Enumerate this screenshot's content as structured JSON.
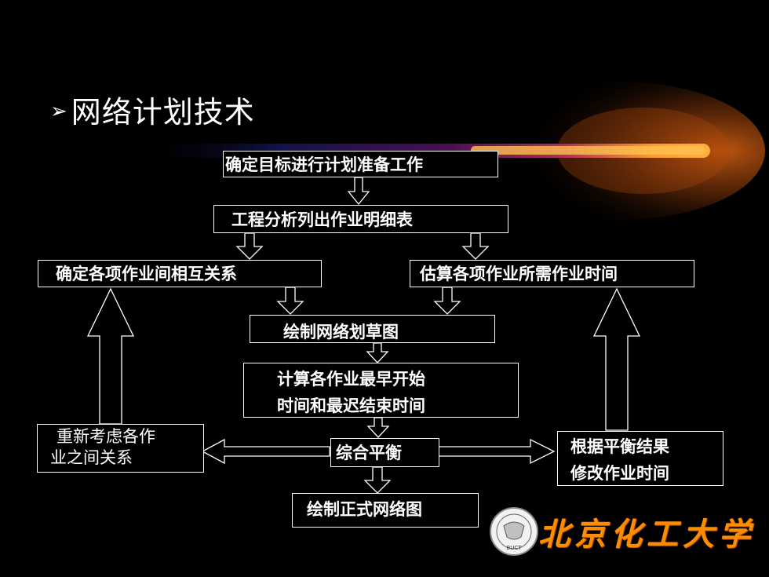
{
  "title": "网络计划技术",
  "bullet": "➢",
  "boxes": {
    "b1": "确定目标进行计划准备工作",
    "b2": "工程分析列出作业明细表",
    "b3": "确定各项作业间相互关系",
    "b4": "估算各项作业所需作业时间",
    "b5": "绘制网络划草图",
    "b6_line1": "计算各作业最早开始",
    "b6_line2": "时间和最迟结束时间",
    "b7_line1": "重新考虑各作",
    "b7_line2": "业之间关系",
    "b8": "综合平衡",
    "b9_line1": "根据平衡结果",
    "b9_line2": "修改作业时间",
    "b10": "绘制正式网络图"
  },
  "logo": {
    "text": "北京化工大学",
    "seal_text": "BUCT"
  },
  "colors": {
    "background": "#000000",
    "comet_core": "#ffa020",
    "logo_text": "#ff8c00"
  }
}
